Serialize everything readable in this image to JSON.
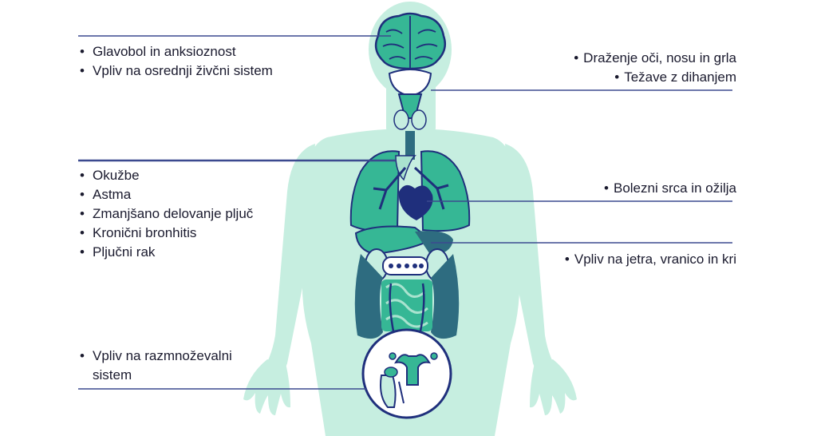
{
  "colors": {
    "body": "#c6eee0",
    "organ": "#36b795",
    "organ_light": "#a9e3cf",
    "outline": "#1f2f7c",
    "dark_teal": "#2e6c80",
    "leader_line": "#3b4a8f"
  },
  "labels": {
    "brain": [
      "Glavobol in anksioznost",
      "Vpliv na osrednji živčni sistem"
    ],
    "lungs": [
      "Okužbe",
      "Astma",
      "Zmanjšano delovanje pljuč",
      "Kronični bronhitis",
      "Pljučni rak"
    ],
    "reproductive": [
      "Vpliv na razmnoževalni sistem"
    ],
    "eyes": [
      "Draženje oči, nosu in grla",
      "Težave z dihanjem"
    ],
    "heart": [
      "Bolezni srca in ožilja"
    ],
    "liver": [
      "Vpliv na jetra, vranico in kri"
    ]
  },
  "icons": [
    "human-body-silhouette",
    "brain-icon",
    "throat-icon",
    "thyroid-icon",
    "lungs-icon",
    "heart-icon",
    "liver-icon",
    "kidneys-icon",
    "intestines-icon",
    "reproductive-organs-icon"
  ]
}
